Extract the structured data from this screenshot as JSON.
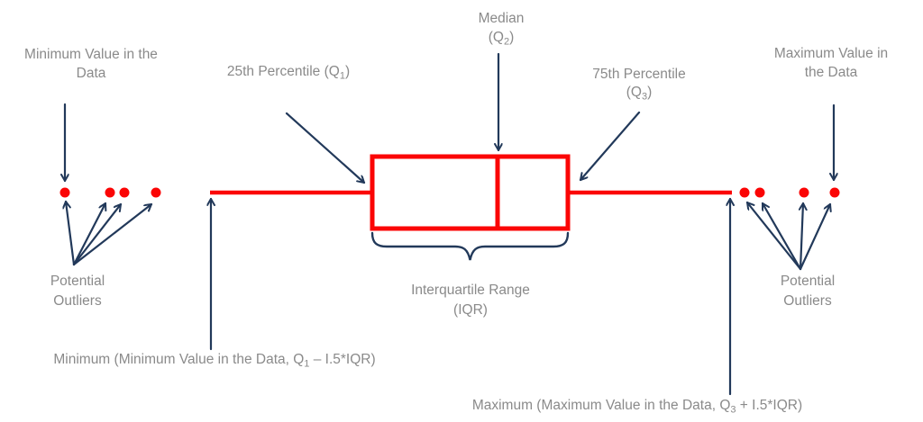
{
  "colors": {
    "red": "#fb0505",
    "navy": "#22395a",
    "gray_text": "#8a8a8a",
    "background": "#ffffff"
  },
  "labels": {
    "min_value": {
      "line1": "Minimum Value in the",
      "line2": "Data"
    },
    "percentile25": {
      "pre": "25th Percentile (Q",
      "sub": "1",
      "post": ")"
    },
    "median": {
      "line1": "Median",
      "pre": "(Q",
      "sub": "2",
      "post": ")"
    },
    "percentile75": {
      "line1": "75th Percentile",
      "pre": "(Q",
      "sub": "3",
      "post": ")"
    },
    "max_value": {
      "line1": "Maximum Value in",
      "line2": "the Data"
    },
    "outliers_left": {
      "line1": "Potential",
      "line2": "Outliers"
    },
    "outliers_right": {
      "line1": "Potential",
      "line2": "Outliers"
    },
    "iqr": {
      "line1": "Interquartile Range",
      "line2": "(IQR)"
    },
    "min_rule": {
      "pre": "Minimum (Minimum Value in the Data, Q",
      "sub": "1",
      "post": " – I.5*IQR)"
    },
    "max_rule": {
      "pre": "Maximum (Maximum Value in the Data, Q",
      "sub": "3",
      "post": " + I.5*IQR)"
    }
  }
}
